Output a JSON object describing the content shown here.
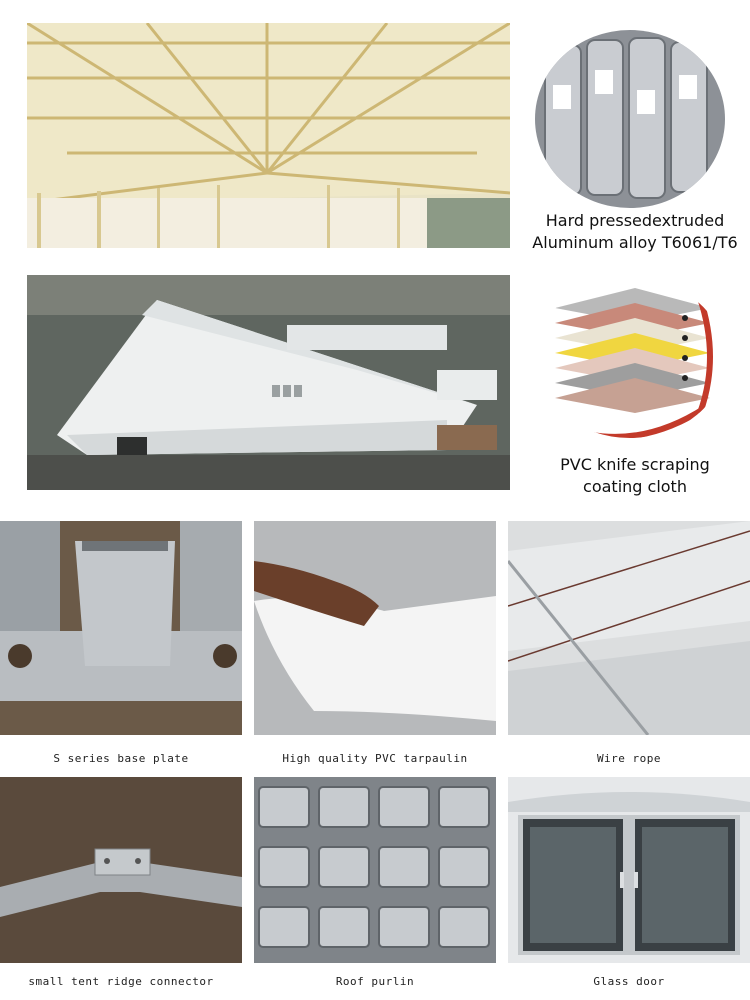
{
  "features": [
    {
      "line1": "Hard pressedextruded",
      "line2": "Aluminum alloy T6061/T6"
    },
    {
      "line1": "PVC knife scraping",
      "line2": "coating cloth"
    }
  ],
  "gallery": [
    {
      "caption": "S series base plate"
    },
    {
      "caption": "High quality PVC tarpaulin"
    },
    {
      "caption": "Wire rope"
    },
    {
      "caption": "small tent ridge connector"
    },
    {
      "caption": "Roof purlin"
    },
    {
      "caption": "Glass door"
    }
  ]
}
